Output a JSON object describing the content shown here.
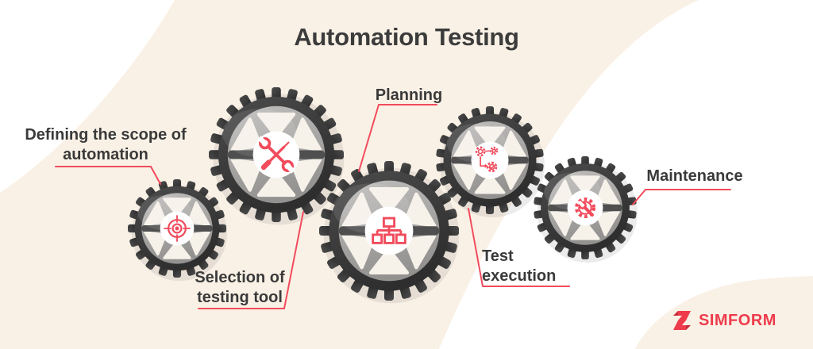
{
  "title": "Automation Testing",
  "steps": [
    {
      "label": "Defining the scope of automation",
      "icon": "target-icon"
    },
    {
      "label": "Selection of testing tool",
      "icon": "wrench-screwdriver-icon"
    },
    {
      "label": "Planning",
      "icon": "sitemap-icon"
    },
    {
      "label": "Test execution",
      "icon": "process-gears-icon"
    },
    {
      "label": "Maintenance",
      "icon": "gear-wrench-icon"
    }
  ],
  "brand": {
    "name": "SIMFORM"
  },
  "colors": {
    "accent": "#f14b5c",
    "brand_red": "#ee3b4b",
    "brand_red_dark": "#c62b3d",
    "gear_dark": "#3f3f3f",
    "gear_light": "#b3b1af",
    "gear_bar": "#4f4f4f",
    "cutout": "#f6f2ea",
    "background_blob": "#faf1e6",
    "text": "#3a3a3a"
  }
}
